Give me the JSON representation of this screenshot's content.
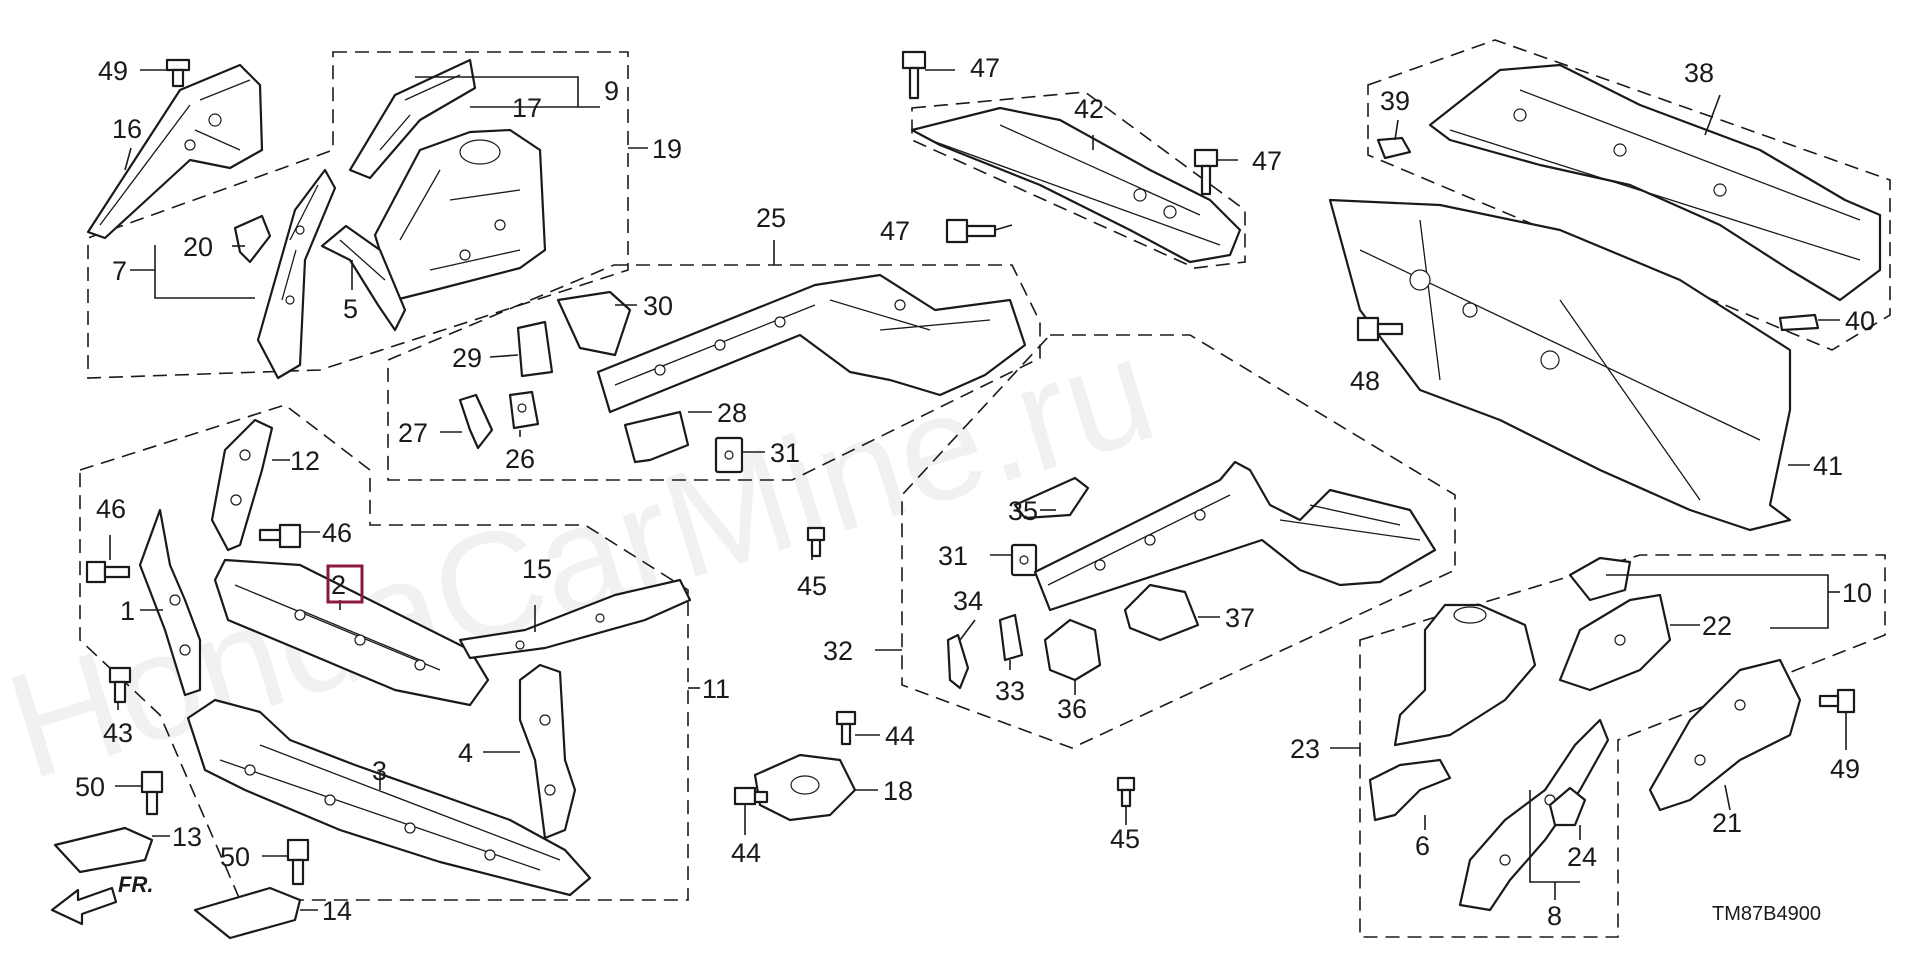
{
  "diagram_code": "TM87B4900",
  "direction_label": "FR.",
  "watermark": "HondaCarMine.ru",
  "highlighted_callout": "2",
  "callouts": {
    "c1": "1",
    "c2": "2",
    "c3": "3",
    "c4": "4",
    "c5": "5",
    "c6": "6",
    "c7": "7",
    "c8": "8",
    "c9": "9",
    "c10": "10",
    "c11": "11",
    "c12": "12",
    "c13": "13",
    "c14": "14",
    "c15": "15",
    "c16": "16",
    "c17": "17",
    "c18": "18",
    "c19": "19",
    "c20": "20",
    "c21": "21",
    "c22": "22",
    "c23": "23",
    "c24": "24",
    "c25": "25",
    "c26": "26",
    "c27": "27",
    "c28": "28",
    "c29": "29",
    "c30": "30",
    "c31a": "31",
    "c31b": "31",
    "c32": "32",
    "c33": "33",
    "c34": "34",
    "c35": "35",
    "c36": "36",
    "c37": "37",
    "c38": "38",
    "c39": "39",
    "c40": "40",
    "c41": "41",
    "c42": "42",
    "c43": "43",
    "c44a": "44",
    "c44b": "44",
    "c45a": "45",
    "c45b": "45",
    "c46a": "46",
    "c46b": "46",
    "c47a": "47",
    "c47b": "47",
    "c47c": "47",
    "c48": "48",
    "c49a": "49",
    "c49b": "49",
    "c50a": "50",
    "c50b": "50"
  }
}
